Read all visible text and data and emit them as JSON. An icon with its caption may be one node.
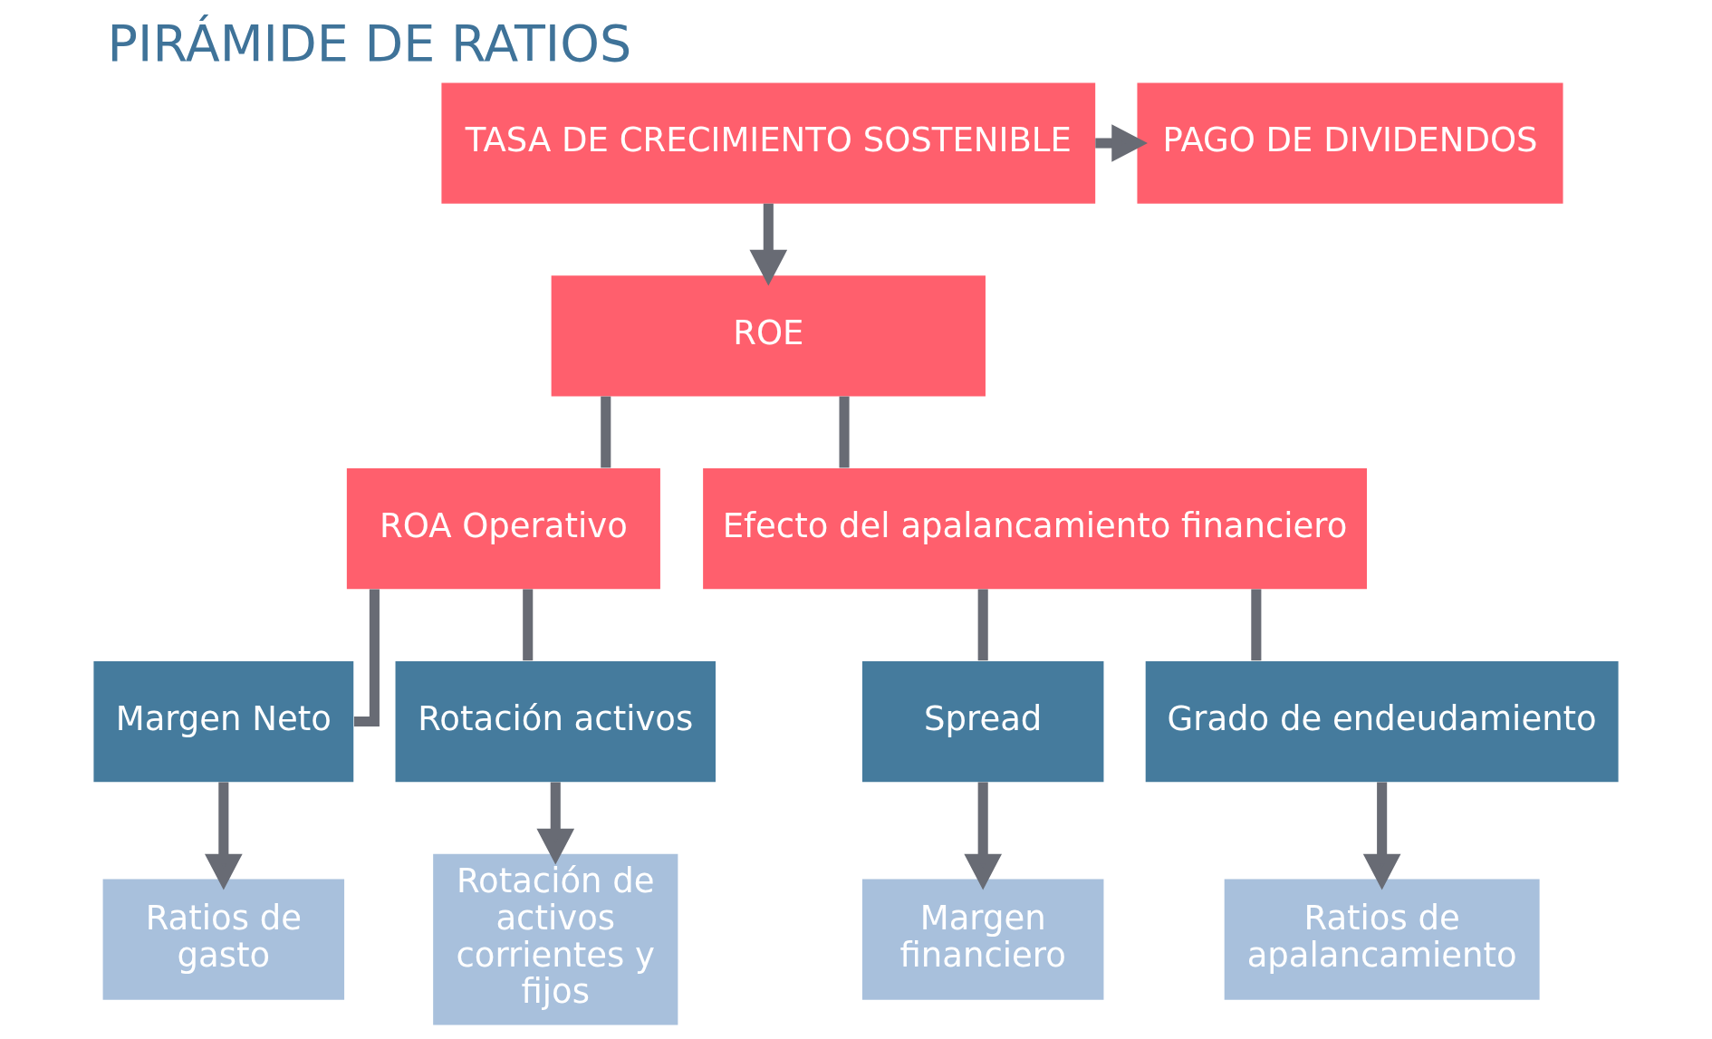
{
  "diagram": {
    "title": "PIRÁMIDE DE RATIOS",
    "nodes": [
      {
        "text": [
          "TASA DE CRECIMIENTO SOSTENIBLE"
        ]
      },
      {
        "text": [
          "PAGO DE DIVIDENDOS"
        ]
      },
      {
        "text": [
          "ROE"
        ]
      },
      {
        "text": [
          "ROA Operativo"
        ]
      },
      {
        "text": [
          "Efecto del apalancamiento financiero"
        ]
      },
      {
        "text": [
          "Margen Neto"
        ]
      },
      {
        "text": [
          "Rotación activos"
        ]
      },
      {
        "text": [
          "Spread"
        ]
      },
      {
        "text": [
          "Grado de endeudamiento"
        ]
      },
      {
        "text": [
          "Ratios de gasto"
        ]
      },
      {
        "text": [
          "Rotación de activos corrientes y fijos"
        ]
      },
      {
        "text": [
          "Margen financiero"
        ]
      },
      {
        "text": [
          "Ratios de apalancamiento"
        ]
      }
    ],
    "edges": [
      {
        "from": 0,
        "to": 2,
        "arrow": "to"
      },
      {
        "from": 0,
        "to": 1,
        "arrow": "to"
      },
      {
        "from": 2,
        "to": 3,
        "arrow": "none"
      },
      {
        "from": 2,
        "to": 4,
        "arrow": "none"
      },
      {
        "from": 3,
        "to": 5,
        "arrow": "none"
      },
      {
        "from": 3,
        "to": 6,
        "arrow": "none"
      },
      {
        "from": 4,
        "to": 7,
        "arrow": "none"
      },
      {
        "from": 4,
        "to": 8,
        "arrow": "none"
      },
      {
        "from": 5,
        "to": 9,
        "arrow": "to"
      },
      {
        "from": 6,
        "to": 10,
        "arrow": "to"
      },
      {
        "from": 7,
        "to": 11,
        "arrow": "to"
      },
      {
        "from": 8,
        "to": 12,
        "arrow": "to"
      }
    ]
  }
}
